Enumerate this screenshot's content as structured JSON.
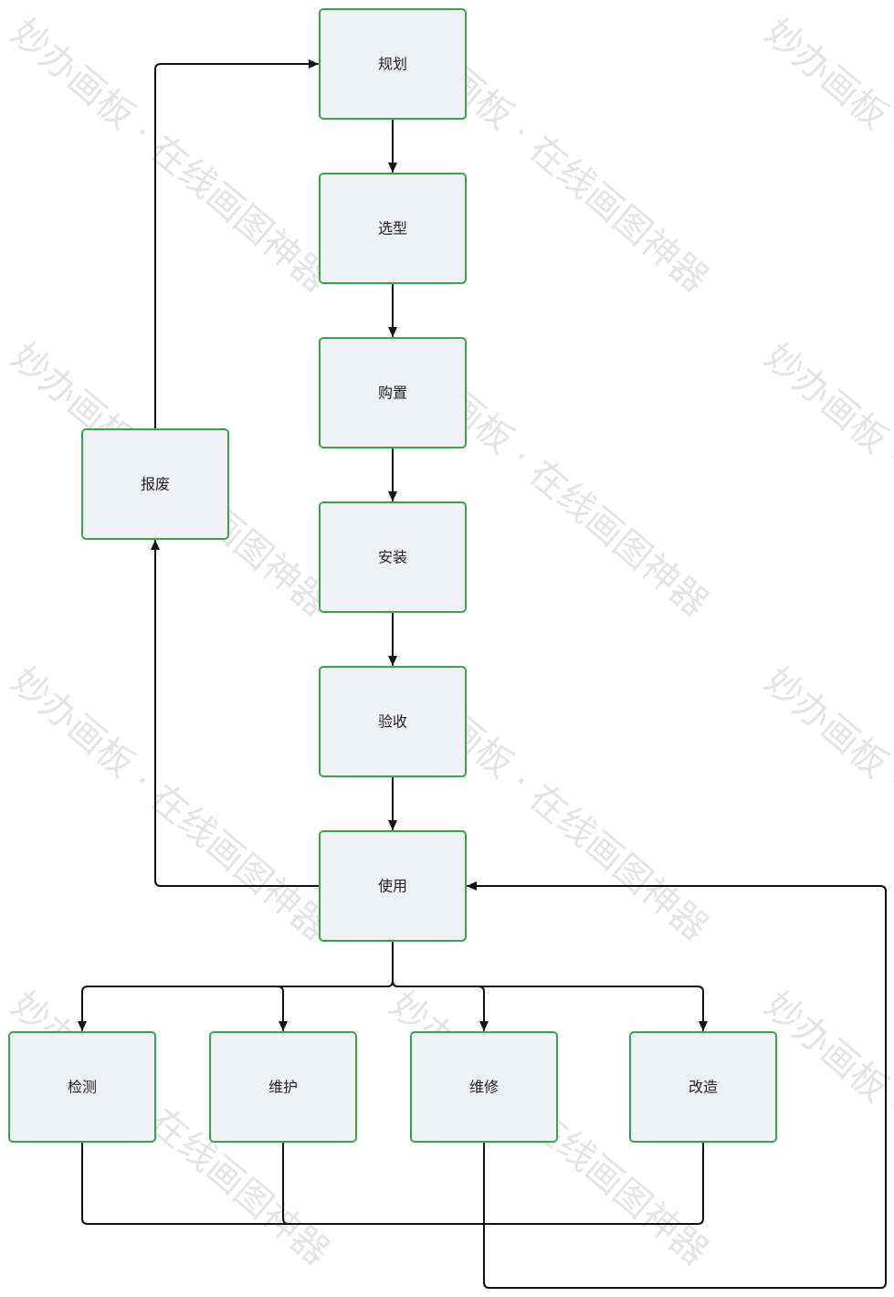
{
  "watermark": "妙办画板 · 在线画图神器",
  "colors": {
    "node_fill": "#f0f1f4",
    "node_border": "#3aa44b",
    "edge": "#111111",
    "text": "#222222",
    "watermark": "#cfcfcf"
  },
  "nodes": [
    {
      "id": "guihua",
      "label": "规划"
    },
    {
      "id": "xuanxing",
      "label": "选型"
    },
    {
      "id": "gouzhi",
      "label": "购置"
    },
    {
      "id": "anzhuang",
      "label": "安装"
    },
    {
      "id": "yanshou",
      "label": "验收"
    },
    {
      "id": "shiyong",
      "label": "使用"
    },
    {
      "id": "baofei",
      "label": "报废"
    },
    {
      "id": "jiance",
      "label": "检测"
    },
    {
      "id": "weihu",
      "label": "维护"
    },
    {
      "id": "weixiu",
      "label": "维修"
    },
    {
      "id": "gaizao",
      "label": "改造"
    }
  ],
  "edges": [
    {
      "from": "guihua",
      "to": "xuanxing"
    },
    {
      "from": "xuanxing",
      "to": "gouzhi"
    },
    {
      "from": "gouzhi",
      "to": "anzhuang"
    },
    {
      "from": "anzhuang",
      "to": "yanshou"
    },
    {
      "from": "yanshou",
      "to": "shiyong"
    },
    {
      "from": "shiyong",
      "to": "baofei"
    },
    {
      "from": "baofei",
      "to": "guihua"
    },
    {
      "from": "shiyong",
      "to": "jiance"
    },
    {
      "from": "shiyong",
      "to": "weihu"
    },
    {
      "from": "shiyong",
      "to": "weixiu"
    },
    {
      "from": "shiyong",
      "to": "gaizao"
    },
    {
      "from": "jiance",
      "to": "shiyong"
    },
    {
      "from": "weihu",
      "to": "shiyong"
    },
    {
      "from": "weixiu",
      "to": "shiyong"
    },
    {
      "from": "gaizao",
      "to": "shiyong"
    }
  ]
}
